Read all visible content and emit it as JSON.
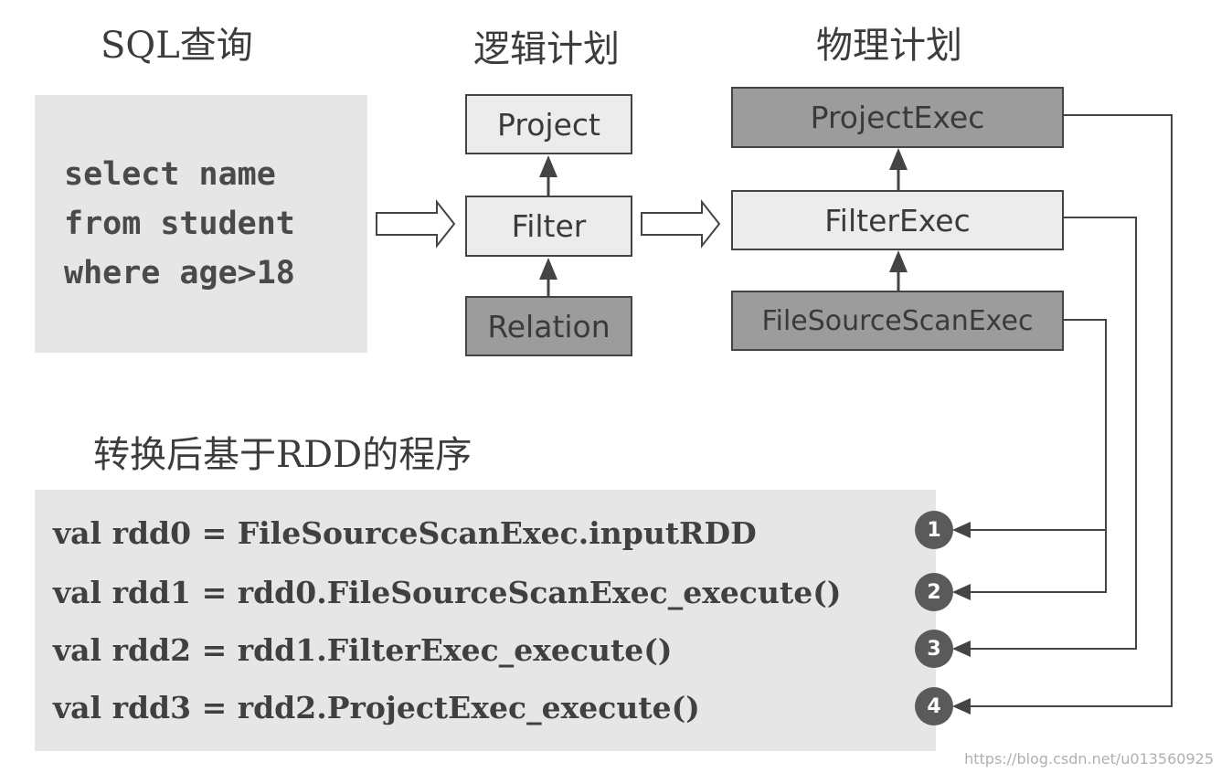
{
  "headings": {
    "sql_query": "SQL查询",
    "logical_plan": "逻辑计划",
    "physical_plan": "物理计划",
    "rdd_program": "转换后基于RDD的程序"
  },
  "sql": {
    "lines": [
      "select name",
      "from student",
      "where age>18"
    ]
  },
  "logical_plan": {
    "nodes": [
      "Project",
      "Filter",
      "Relation"
    ]
  },
  "physical_plan": {
    "nodes": [
      "ProjectExec",
      "FilterExec",
      "FileSourceScanExec"
    ]
  },
  "rdd_program": {
    "lines": [
      "val rdd0 = FileSourceScanExec.inputRDD",
      "val rdd1 = rdd0.FileSourceScanExec_execute()",
      "val rdd2 = rdd1.FilterExec_execute()",
      "val rdd3 = rdd2.ProjectExec_execute()"
    ],
    "badges": [
      "1",
      "2",
      "3",
      "4"
    ]
  },
  "watermark": "https://blog.csdn.net/u013560925",
  "colors": {
    "panel": "#e6e6e6",
    "node_light": "#ececec",
    "node_dark": "#9c9c9c",
    "line": "#444444",
    "badge": "#5a5a5a"
  }
}
